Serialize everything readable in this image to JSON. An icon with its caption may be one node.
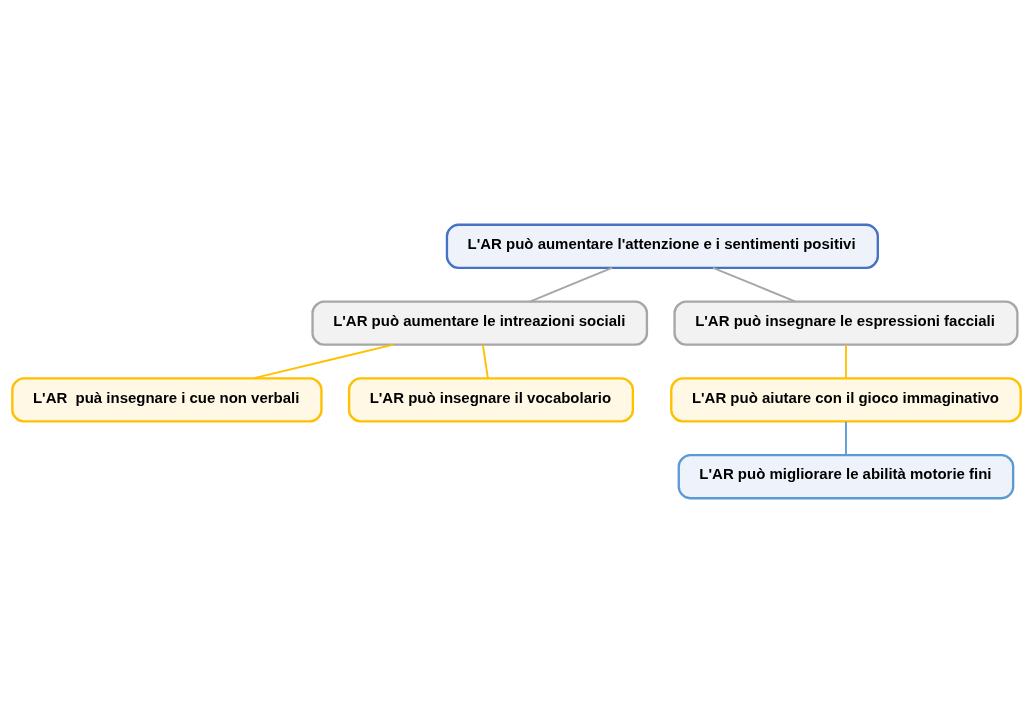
{
  "diagram": {
    "nodes": [
      {
        "text": [
          "L'AR può aumentare l'attenzione e i sentimenti positivi"
        ]
      },
      {
        "text": [
          "L'AR può aumentare le intreazioni sociali"
        ]
      },
      {
        "text": [
          "L'AR può insegnare le espressioni facciali"
        ]
      },
      {
        "text": [
          "L'AR  puà insegnare i cue non verbali"
        ]
      },
      {
        "text": [
          "L'AR può insegnare il vocabolario"
        ]
      },
      {
        "text": [
          "L'AR può aiutare con il gioco immaginativo"
        ]
      },
      {
        "text": [
          "L'AR può migliorare le abilità motorie fini"
        ]
      }
    ],
    "edges": [
      {
        "from": 0,
        "to": 1,
        "arrow": "none",
        "color": "#a6a6a6"
      },
      {
        "from": 0,
        "to": 2,
        "arrow": "none",
        "color": "#a6a6a6"
      },
      {
        "from": 1,
        "to": 3,
        "arrow": "none"
      },
      {
        "from": 1,
        "to": 4,
        "arrow": "none"
      },
      {
        "from": 2,
        "to": 5,
        "arrow": "none"
      },
      {
        "from": 5,
        "to": 6,
        "arrow": "none",
        "color": "#5b9bd5"
      }
    ]
  }
}
